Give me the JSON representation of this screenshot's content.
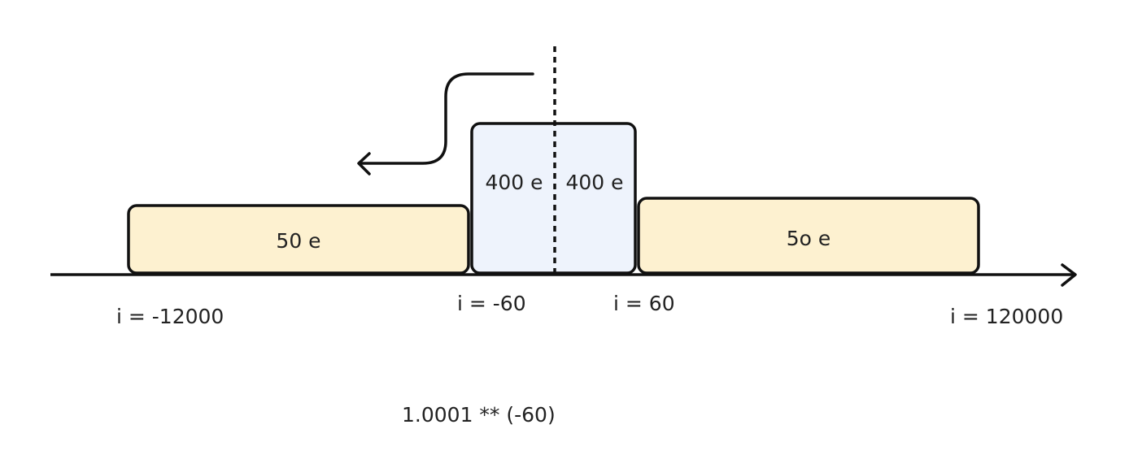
{
  "colors": {
    "stroke": "#111111",
    "text": "#222222",
    "liquidity_fill": "#fdf1d0",
    "center_fill": "#eef3fc"
  },
  "blocks": {
    "left": {
      "label": "50 e"
    },
    "center_left": {
      "label": "400 e"
    },
    "center_right": {
      "label": "400 e"
    },
    "right": {
      "label": "5o e"
    }
  },
  "ticks": {
    "left_end": "i = -12000",
    "center_low": "i = -60",
    "center_high": "i = 60",
    "right_end": "i = 120000"
  },
  "formula": "1.0001 ** (-60)",
  "icons": {
    "axis_arrow": "arrow-right-icon",
    "price_move_arrow": "arrow-left-icon"
  }
}
